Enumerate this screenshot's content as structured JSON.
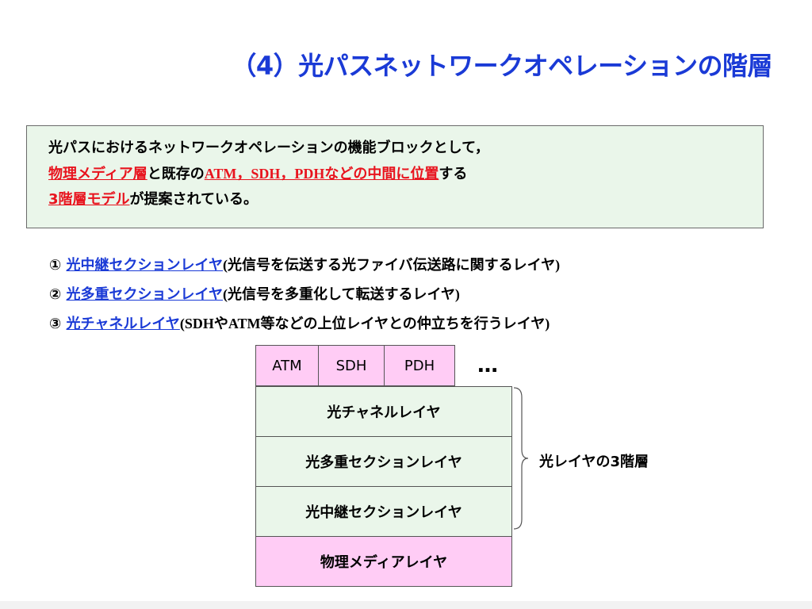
{
  "title": "（4）光パスネットワークオペレーションの階層",
  "intro": {
    "line1": "光パスにおけるネットワークオペレーションの機能ブロックとして，",
    "line2_part1": "物理メディア層",
    "line2_part2": "と既存の",
    "line2_part3": "ATM，SDH，PDH",
    "line2_part4": "などの中間に位置",
    "line2_part5": "する",
    "line3_part1": "3階層モデル",
    "line3_part2": "が提案されている。"
  },
  "layers": [
    {
      "marker": "①",
      "name": "光中継セクションレイヤ",
      "desc_open": "(",
      "desc": "光信号を伝送する光ファイバ伝送路に関するレイヤ",
      "desc_close": ")"
    },
    {
      "marker": "②",
      "name": "光多重セクションレイヤ",
      "desc_open": "(",
      "desc": "光信号を多重化して転送するレイヤ",
      "desc_close": ")"
    },
    {
      "marker": "③",
      "name": "光チャネルレイヤ",
      "desc_open": "(",
      "desc_part1": "SDH",
      "desc_part2": "や",
      "desc_part3": "ATM",
      "desc_part4": "等などの上位レイヤとの仲立ちを行うレイヤ",
      "desc_close": ")"
    }
  ],
  "diagram": {
    "protocols": [
      "ATM",
      "SDH",
      "PDH"
    ],
    "ellipsis": "…",
    "channel_layer": "光チャネルレイヤ",
    "multiplex_layer": "光多重セクションレイヤ",
    "repeater_layer": "光中継セクションレイヤ",
    "physical_layer": "物理メディアレイヤ",
    "brace_label": "光レイヤの3階層"
  },
  "colors": {
    "title_blue": "#1a3ad6",
    "highlight_red": "#e8141e",
    "layer_green": "#eaf6ea",
    "layer_pink": "#ffccf5"
  }
}
